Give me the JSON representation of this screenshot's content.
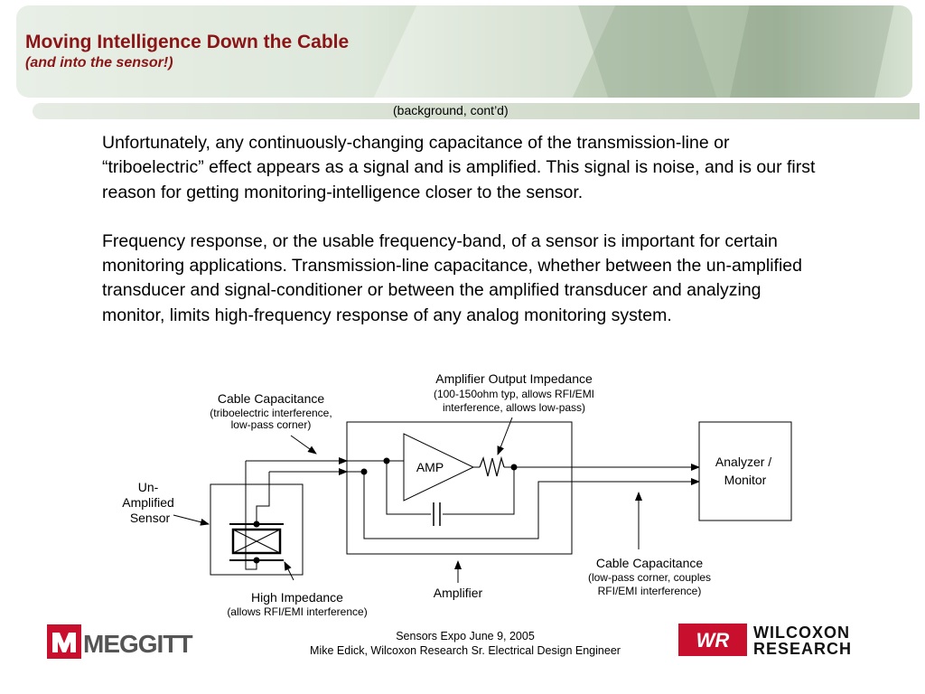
{
  "header": {
    "title": "Moving Intelligence Down the Cable",
    "subtitle": "(and into the sensor!)",
    "section": "(background, cont’d)"
  },
  "body": {
    "paragraph1": "Unfortunately, any continuously-changing capacitance of the transmission-line or “triboelectric” effect appears as a signal and is amplified.  This signal is noise, and is our first reason for getting monitoring-intelligence closer to the sensor.",
    "paragraph2": "Frequency response, or the usable frequency-band, of a sensor is important for certain monitoring applications.  Transmission-line capacitance, whether between the un-amplified transducer and signal-conditioner or between the amplified transducer and analyzing monitor, limits high-frequency response of any analog monitoring system."
  },
  "diagram": {
    "amp_label": "AMP",
    "analyzer": [
      "Analyzer /",
      "Monitor"
    ],
    "sensor": [
      "Un-",
      "Amplified",
      "Sensor"
    ],
    "cable_cap_left": {
      "title": "Cable Capacitance",
      "detail": [
        "(triboelectric interference,",
        "low-pass corner)"
      ]
    },
    "amp_output": {
      "title": "Amplifier Output Impedance",
      "detail": [
        "(100-150ohm typ, allows RFI/EMI",
        "interference, allows low-pass)"
      ]
    },
    "high_impedance": {
      "title": "High Impedance",
      "detail": "(allows RFI/EMI interference)"
    },
    "amplifier": "Amplifier",
    "cable_cap_right": {
      "title": "Cable Capacitance",
      "detail": [
        "(low-pass corner, couples",
        "RFI/EMI interference)"
      ]
    }
  },
  "footer": {
    "line1": "Sensors Expo   June 9, 2005",
    "line2": "Mike Edick, Wilcoxon Research Sr. Electrical Design Engineer"
  },
  "logos": {
    "meggitt": "MEGGITT",
    "wr_mark": "WR",
    "wilcoxon_line1": "WILCOXON",
    "wilcoxon_line2": "RESEARCH"
  },
  "colors": {
    "brand_red": "#c8102e",
    "title_red": "#8b1416"
  }
}
